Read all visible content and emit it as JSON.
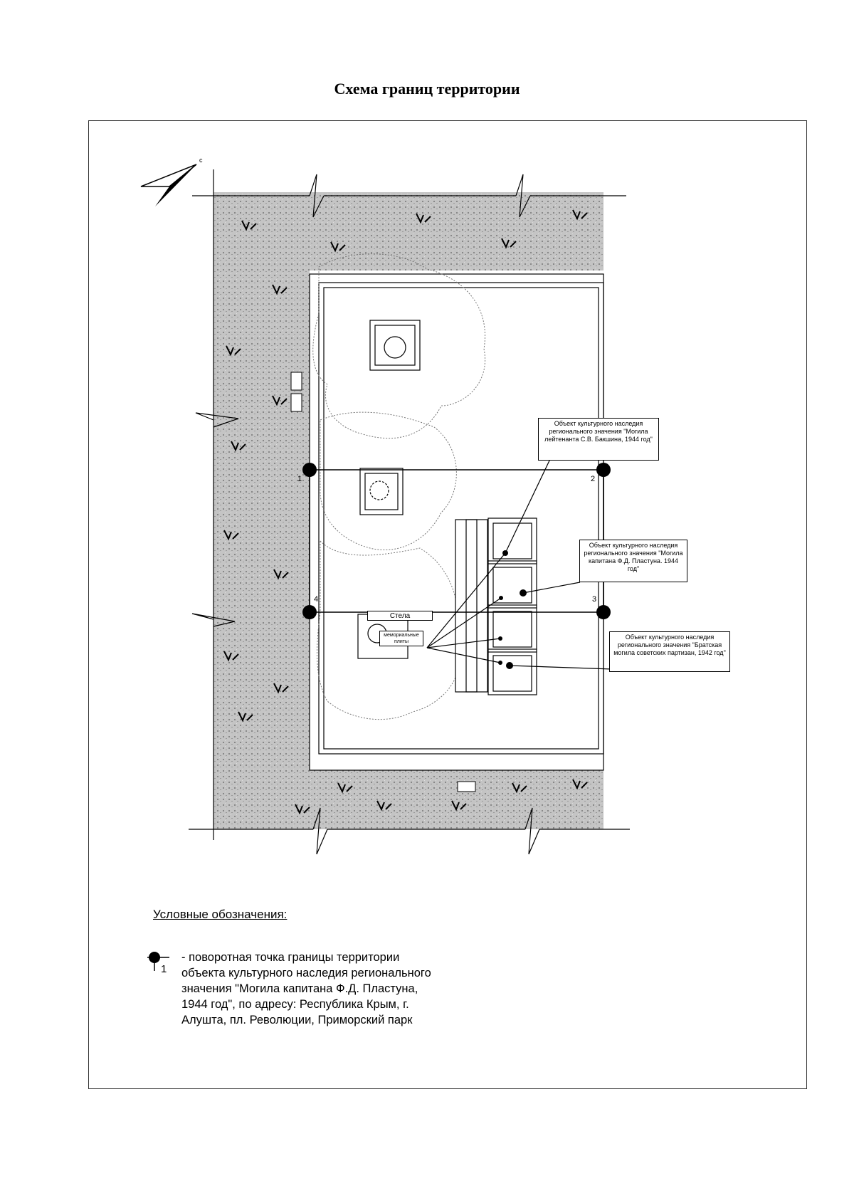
{
  "title": "Схема границ территории",
  "callouts": [
    "Объект культурного наследия регионального значения \"Могила лейтенанта С.В. Бакшина, 1944 год\"",
    "Объект культурного наследия регионального значения \"Могила капитана Ф.Д. Пластуна. 1944 год\"",
    "Объект культурного наследия регионального значения \"Братская могила советских партизан, 1942 год\""
  ],
  "features": {
    "stela": "Стела",
    "plates": "мемориальные плиты"
  },
  "boundary_points": [
    {
      "label": "1"
    },
    {
      "label": "2"
    },
    {
      "label": "3"
    },
    {
      "label": "4"
    }
  ],
  "legend": {
    "title": "Условные обозначения:",
    "marker_label": "1",
    "text": "- поворотная точка границы территории объекта культурного наследия регионального значения \"Могила капитана Ф.Д. Пластуна, 1944 год\", по адресу: Республика Крым, г. Алушта, пл. Революции, Приморский парк"
  },
  "colors": {
    "vegetation": "#b8b8b8",
    "boundary": "#000000"
  }
}
